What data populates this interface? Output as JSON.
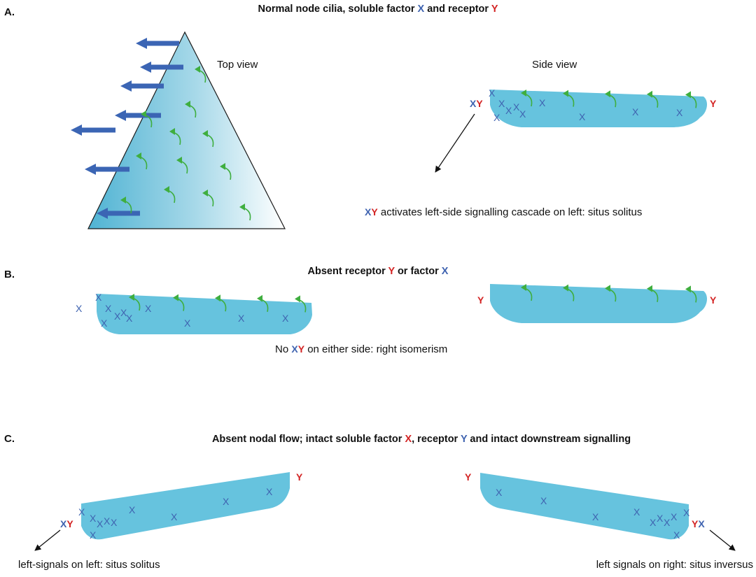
{
  "colors": {
    "blue_letter": "#3f63b0",
    "red_letter": "#d32424",
    "node_fill": "#66c3de",
    "cilia_green": "#3fae3f",
    "flow_arrow": "#3b65b4",
    "outline": "#1a1a1a"
  },
  "icons": {
    "cilium": "green-curved-hook-icon",
    "flow": "blue-block-arrow-icon",
    "pointer": "black-arrow-icon"
  },
  "letters": {
    "x": "X",
    "y": "Y",
    "xy": "XY"
  },
  "section_a": {
    "label": "A.",
    "title_prefix": "Normal node cilia, soluble factor ",
    "title_mid": " and receptor ",
    "top_view": "Top view",
    "side_view": "Side view",
    "caption_rest": " activates left-side signalling cascade on left: situs solitus"
  },
  "section_b": {
    "label": "B.",
    "title_prefix": "Absent receptor ",
    "title_mid": " or factor ",
    "caption_prefix": "No ",
    "caption_rest": " on either side: right  isomerism"
  },
  "section_c": {
    "label": "C.",
    "title_prefix": "Absent nodal flow;  intact soluble factor ",
    "title_mid": ", receptor ",
    "title_rest": " and intact  downstream signalling",
    "caption_left": "left-signals on left: situs solitus",
    "caption_right": "left signals on right: situs inversus"
  }
}
